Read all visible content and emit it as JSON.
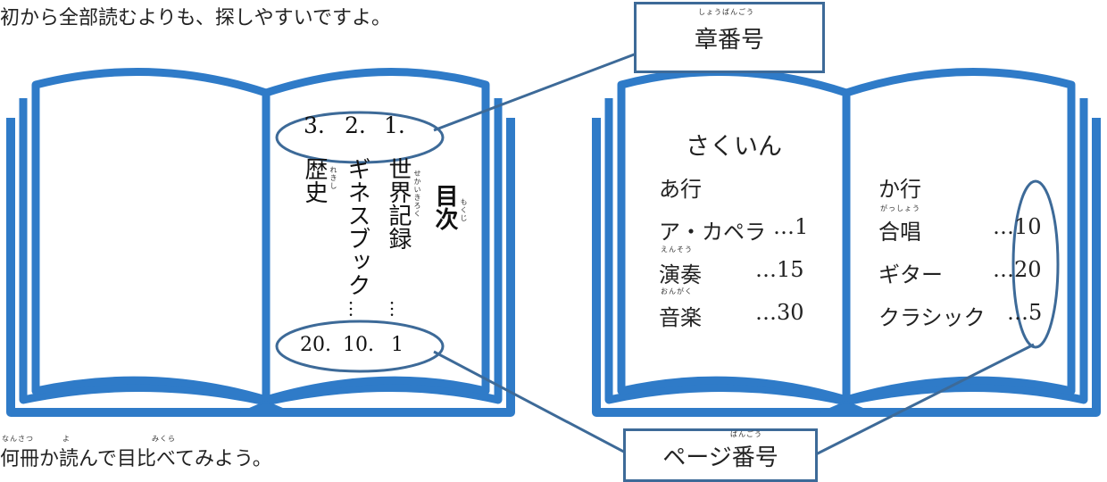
{
  "top_caption": "初から全部読むよりも、探しやすいですよ。",
  "bottom_caption": "何冊か読んで目比べてみよう。",
  "bottom_caption_ruby": [
    "なんさつ",
    "よ",
    "みくら"
  ],
  "callouts": {
    "chapter_number": {
      "label": "章番号",
      "ruby": "しょうばんごう"
    },
    "page_number": {
      "label": "ページ番号",
      "ruby": "ばんごう"
    }
  },
  "contents_book": {
    "title": "目次",
    "title_ruby": "もくじ",
    "chapters": [
      {
        "number": "1.",
        "title": "世界記録",
        "ruby": "せかいきろく",
        "page": "1"
      },
      {
        "number": "2.",
        "title": "ギネスブック",
        "ruby": "",
        "page": "10."
      },
      {
        "number": "3.",
        "title": "歴史",
        "ruby": "れきし",
        "page": "20."
      }
    ],
    "leader": "…"
  },
  "index_book": {
    "title": "さくいん",
    "left_page": {
      "group": "あ行",
      "entries": [
        {
          "term": "ア・カペラ",
          "ruby": "",
          "page": "…1"
        },
        {
          "term": "演奏",
          "ruby": "えんそう",
          "page": "…15"
        },
        {
          "term": "音楽",
          "ruby": "おんがく",
          "page": "…30"
        }
      ]
    },
    "right_page": {
      "group": "か行",
      "entries": [
        {
          "term": "合唱",
          "ruby": "がっしょう",
          "page": "…10"
        },
        {
          "term": "ギター",
          "ruby": "",
          "page": "…20"
        },
        {
          "term": "クラシック",
          "ruby": "",
          "page": "…5"
        }
      ]
    }
  },
  "colors": {
    "book_blue": "#2f7bc8",
    "callout_border": "#3d6a98",
    "text": "#222222"
  }
}
